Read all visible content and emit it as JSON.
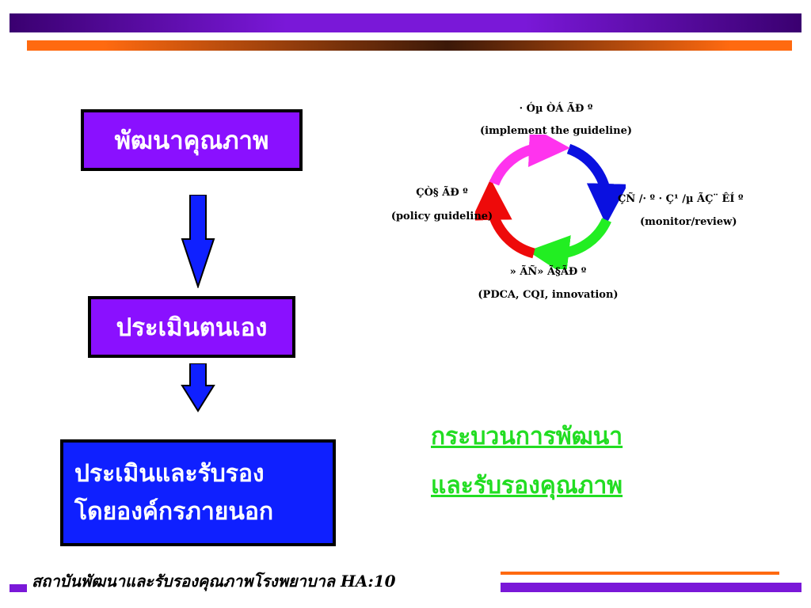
{
  "boxes": {
    "develop": "พัฒนาคุณภาพ",
    "self_assess": "ประเมินตนเอง",
    "external_line1": "ประเมินและรับรอง",
    "external_line2": "โดยองค์กรภายนอก"
  },
  "cycle": {
    "top_thai": "· Óµ ÒÁ ÃÐ º",
    "top_en": "(implement the guideline)",
    "right_thai": "ÇÑ /· º · Ç¹ /µ ÃÇ¨ ÊÍ º",
    "right_en": "(monitor/review)",
    "bottom_thai": "» ÃÑ» Ã§ÃÐ º",
    "bottom_en": "(PDCA, CQI, innovation)",
    "left_thai": "ÇÒ§ ÃÐ º",
    "left_en": "(policy guideline)",
    "colors": {
      "top_right": "#0a10e0",
      "bottom_right": "#22ee22",
      "bottom_left": "#ee0a0a",
      "top_left": "#ff33ee"
    }
  },
  "process_title": {
    "line1": "กระบวนการพัฒนา",
    "line2": "และรับรองคุณภาพ"
  },
  "footer": {
    "text": "สถาบันพัฒนาและรับรองคุณภาพโรงพยาบาล HA:10"
  },
  "colors": {
    "purple": "#8a10ff",
    "blue": "#0f20ff",
    "green_text": "#22dd22",
    "orange": "#ff6a10"
  }
}
